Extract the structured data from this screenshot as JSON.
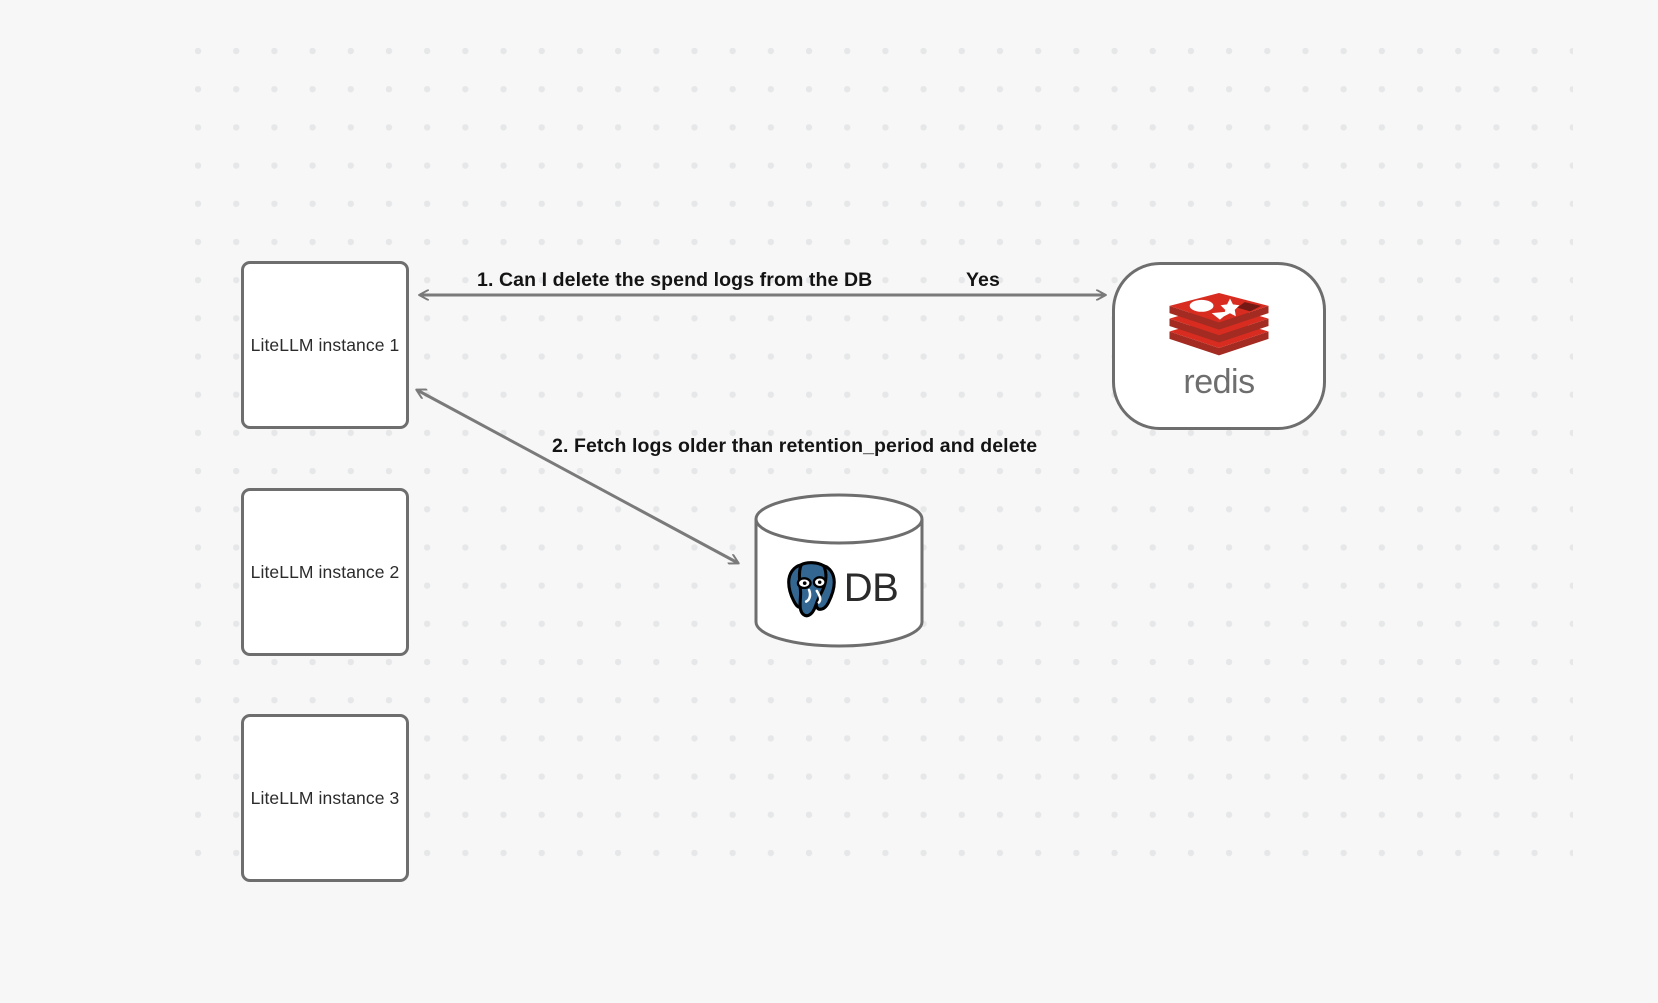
{
  "canvas": {
    "background_color": "#f7f7f7",
    "grid_dot_color": "#e6e7e8",
    "node_border_color": "#6e6e6e",
    "edge_color": "#7a7a7a",
    "label_color": "#141414"
  },
  "nodes": {
    "instance_1": {
      "label": "LiteLLM instance 1",
      "shape": "rounded-rect"
    },
    "instance_2": {
      "label": "LiteLLM instance 2",
      "shape": "rounded-rect"
    },
    "instance_3": {
      "label": "LiteLLM instance 3",
      "shape": "rounded-rect"
    },
    "redis": {
      "label": "redis",
      "shape": "stadium",
      "brand_color": "#d82c20",
      "icon": "redis-logo-icon"
    },
    "database": {
      "label": "DB",
      "shape": "cylinder",
      "brand_color": "#336791",
      "icon": "postgresql-elephant-icon"
    }
  },
  "edges": [
    {
      "id": "edge-1",
      "from": "instance_1",
      "to": "redis",
      "direction": "bidirectional",
      "label": "1.  Can I delete the spend logs from the DB",
      "secondary_label": "Yes"
    },
    {
      "id": "edge-2",
      "from": "instance_1",
      "to": "database",
      "direction": "bidirectional",
      "label": "2.  Fetch logs older than retention_period and delete"
    }
  ]
}
